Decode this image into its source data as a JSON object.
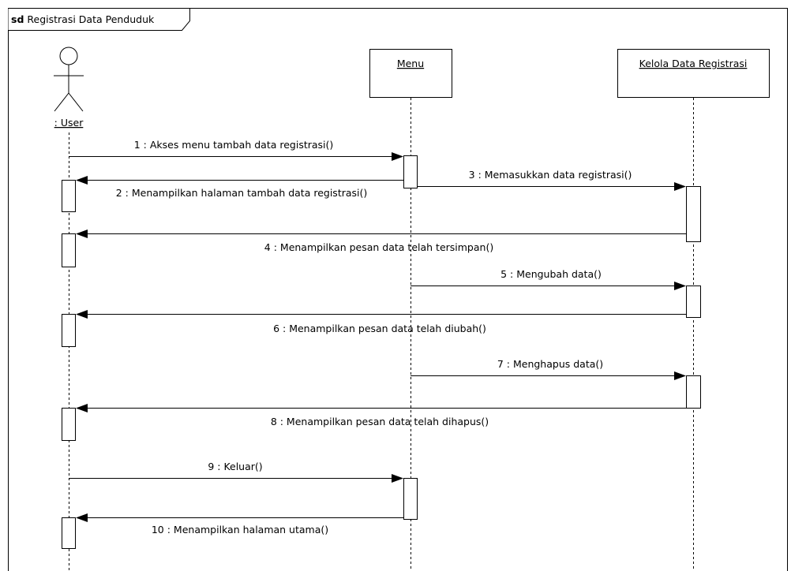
{
  "frame": {
    "keyword": "sd",
    "title": "Registrasi Data Penduduk"
  },
  "lifelines": [
    {
      "id": "user",
      "kind": "actor",
      "label": ": User"
    },
    {
      "id": "menu",
      "kind": "object",
      "label": "Menu"
    },
    {
      "id": "kelola",
      "kind": "object",
      "label": "Kelola Data Registrasi"
    }
  ],
  "messages": [
    {
      "label": "1 : Akses menu tambah data registrasi()",
      "from": "user",
      "to": "menu",
      "type": "call"
    },
    {
      "label": "2 : Menampilkan halaman tambah data registrasi()",
      "from": "menu",
      "to": "user",
      "type": "return"
    },
    {
      "label": "3 : Memasukkan data registrasi()",
      "from": "menu",
      "to": "kelola",
      "type": "call"
    },
    {
      "label": "4 : Menampilkan pesan data telah tersimpan()",
      "from": "kelola",
      "to": "user",
      "type": "return"
    },
    {
      "label": "5 : Mengubah data()",
      "from": "menu",
      "to": "kelola",
      "type": "call"
    },
    {
      "label": "6 : Menampilkan pesan data telah diubah()",
      "from": "kelola",
      "to": "user",
      "type": "return"
    },
    {
      "label": "7 : Menghapus data()",
      "from": "menu",
      "to": "kelola",
      "type": "call"
    },
    {
      "label": "8 : Menampilkan pesan data telah dihapus()",
      "from": "kelola",
      "to": "user",
      "type": "return"
    },
    {
      "label": "9 : Keluar()",
      "from": "user",
      "to": "menu",
      "type": "call"
    },
    {
      "label": "10 : Menampilkan halaman utama()",
      "from": "menu",
      "to": "user",
      "type": "return"
    }
  ]
}
